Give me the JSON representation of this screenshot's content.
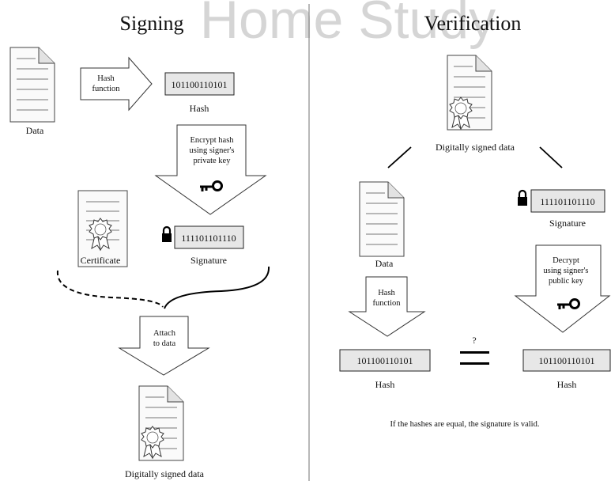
{
  "watermark": "Home Study",
  "signing": {
    "title": "Signing",
    "data_label": "Data",
    "hash_function_line1": "Hash",
    "hash_function_line2": "function",
    "hash_value": "101100110101",
    "hash_label": "Hash",
    "encrypt_line1": "Encrypt hash",
    "encrypt_line2": "using signer's",
    "encrypt_line3": "private key",
    "certificate_label": "Certificate",
    "signature_value": "111101101110",
    "signature_label": "Signature",
    "attach_line1": "Attach",
    "attach_line2": "to data",
    "signed_data_label": "Digitally signed data"
  },
  "verification": {
    "title": "Verification",
    "signed_data_label": "Digitally signed data",
    "data_label": "Data",
    "signature_value": "111101101110",
    "signature_label": "Signature",
    "hash_function_line1": "Hash",
    "hash_function_line2": "function",
    "decrypt_line1": "Decrypt",
    "decrypt_line2": "using signer's",
    "decrypt_line3": "public key",
    "question_mark": "?",
    "hash_left_value": "101100110101",
    "hash_left_label": "Hash",
    "hash_right_value": "101100110101",
    "hash_right_label": "Hash",
    "conclusion": "If the hashes are equal, the signature is valid."
  },
  "icons": [
    "document-icon",
    "certificate-icon",
    "lock-icon",
    "key-icon",
    "seal-icon",
    "equals-icon"
  ]
}
